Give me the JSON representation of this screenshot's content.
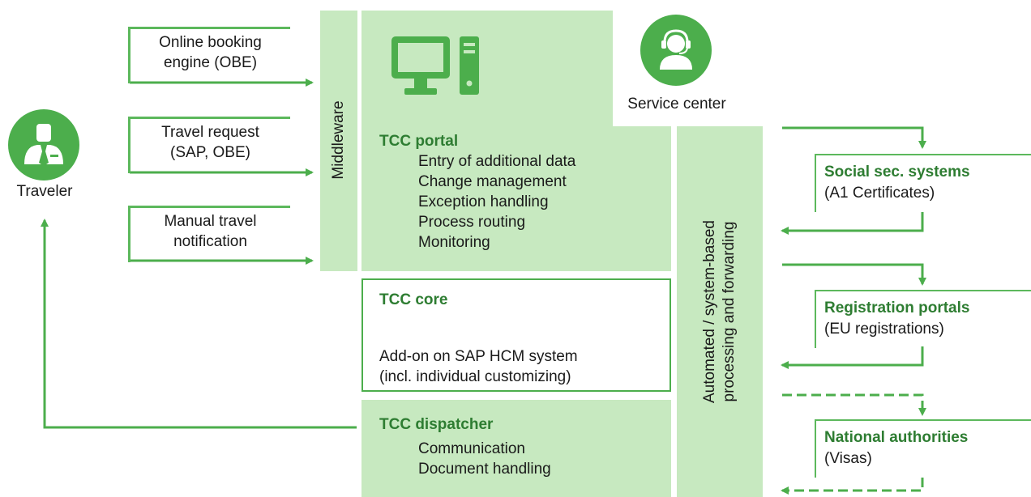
{
  "traveler": {
    "label": "Traveler"
  },
  "service_center": {
    "label": "Service center"
  },
  "inputs": [
    {
      "line1": "Online booking",
      "line2": "engine (OBE)"
    },
    {
      "line1": "Travel request",
      "line2": "(SAP, OBE)"
    },
    {
      "line1": "Manual travel",
      "line2": "notification"
    }
  ],
  "middleware": {
    "label": "Middleware"
  },
  "portal": {
    "title": "TCC portal",
    "items": [
      "Entry of additional data",
      "Change management",
      "Exception handling",
      "Process routing",
      "Monitoring"
    ]
  },
  "core": {
    "title": "TCC core",
    "line1": "Add-on on SAP HCM system",
    "line2": "(incl. individual customizing)"
  },
  "dispatcher": {
    "title": "TCC dispatcher",
    "items": [
      "Communication",
      "Document handling"
    ]
  },
  "processing": {
    "line1": "Automated / system-based",
    "line2": "processing and forwarding"
  },
  "external": [
    {
      "title": "Social sec. systems",
      "subtitle": "(A1 Certificates)"
    },
    {
      "title": "Registration portals",
      "subtitle": "(EU registrations)"
    },
    {
      "title": "National authorities",
      "subtitle": "(Visas)"
    }
  ],
  "colors": {
    "accent": "#4cae4c",
    "fill": "#c7e9c0",
    "title": "#2e7d32"
  }
}
